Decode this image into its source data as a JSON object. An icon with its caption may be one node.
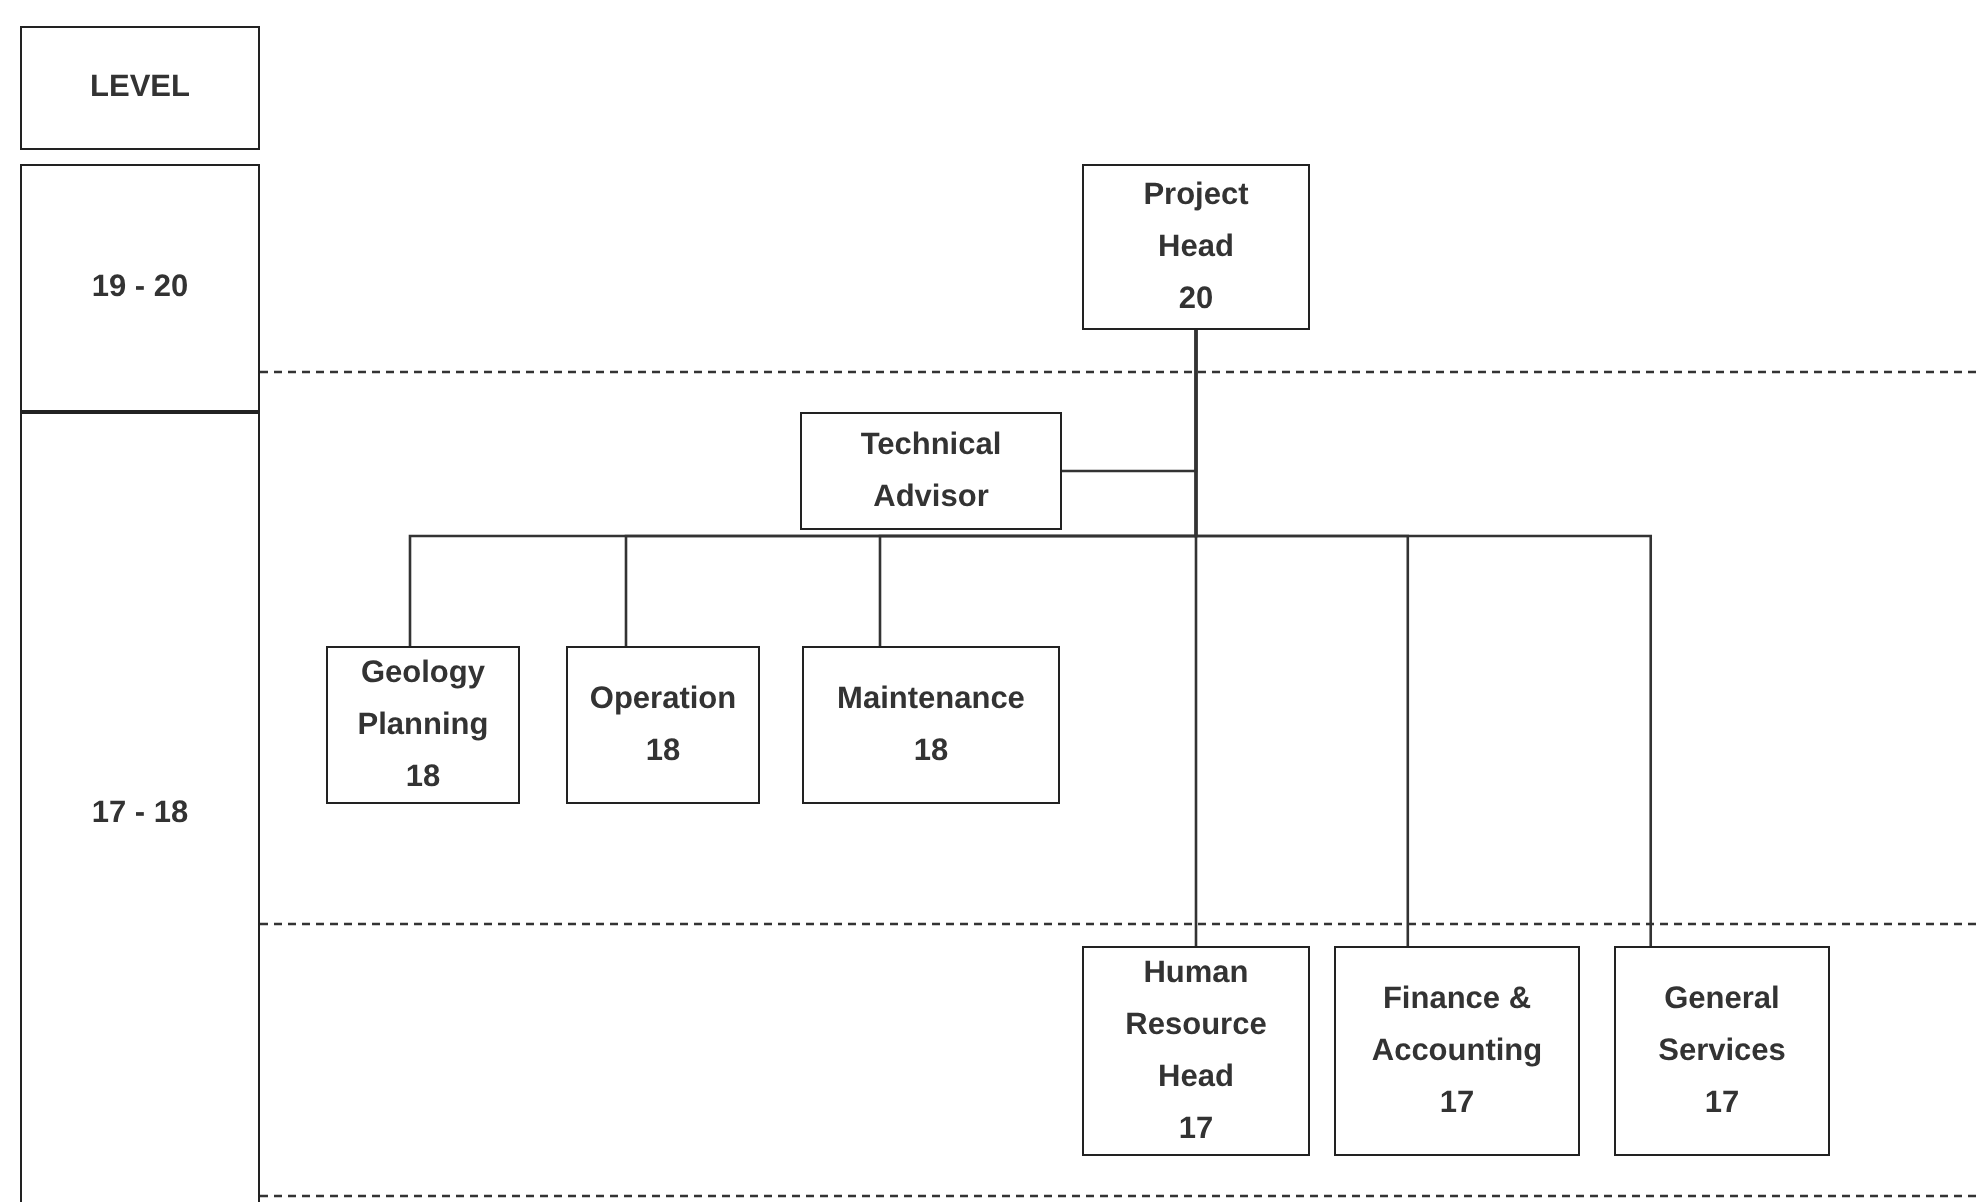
{
  "diagram": {
    "nodes": [
      {
        "text": [
          "LEVEL"
        ]
      },
      {
        "text": [
          "19 - 20"
        ]
      },
      {
        "text": [
          "17 - 18"
        ]
      },
      {
        "text": [
          "Project Head",
          "20"
        ]
      },
      {
        "text": [
          "Technical Advisor"
        ]
      },
      {
        "text": [
          "Geology Planning",
          "18"
        ]
      },
      {
        "text": [
          "Operation",
          "18"
        ]
      },
      {
        "text": [
          "Maintenance",
          "18"
        ]
      },
      {
        "text": [
          "Human Resource Head",
          "17"
        ]
      },
      {
        "text": [
          "Finance & Accounting",
          "17"
        ]
      },
      {
        "text": [
          "General Services",
          "17"
        ]
      }
    ],
    "edges": [
      {
        "from": 3,
        "to": 4,
        "arrow": "none"
      },
      {
        "from": 3,
        "to": 5,
        "arrow": "none"
      },
      {
        "from": 3,
        "to": 6,
        "arrow": "none"
      },
      {
        "from": 3,
        "to": 7,
        "arrow": "none"
      },
      {
        "from": 3,
        "to": 8,
        "arrow": "none"
      },
      {
        "from": 3,
        "to": 9,
        "arrow": "none"
      },
      {
        "from": 3,
        "to": 10,
        "arrow": "none"
      }
    ]
  }
}
